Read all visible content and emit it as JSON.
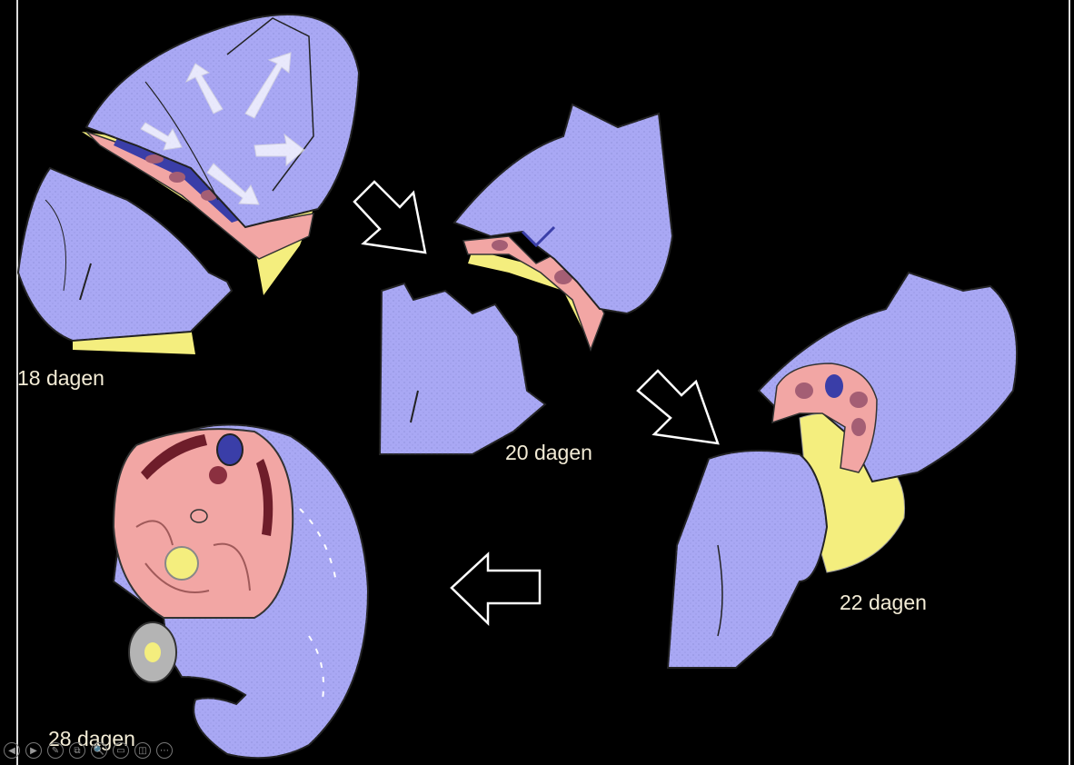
{
  "stages": [
    {
      "label": "18 dagen"
    },
    {
      "label": "20 dagen"
    },
    {
      "label": "22 dagen"
    },
    {
      "label": "28 dagen"
    }
  ],
  "colors": {
    "background": "#000000",
    "ectoderm": "#a9a8f4",
    "mesoderm": "#f2a6a4",
    "yolk_sac": "#f4ee7e",
    "neural": "#3a3ea8",
    "somite": "#a45e74",
    "arrow": "#ffffff",
    "label": "#f3ecd6"
  },
  "toolbar": {
    "buttons": [
      "◀",
      "▶",
      "✎",
      "⧉",
      "🔍",
      "▭",
      "◫",
      "⋯"
    ]
  }
}
